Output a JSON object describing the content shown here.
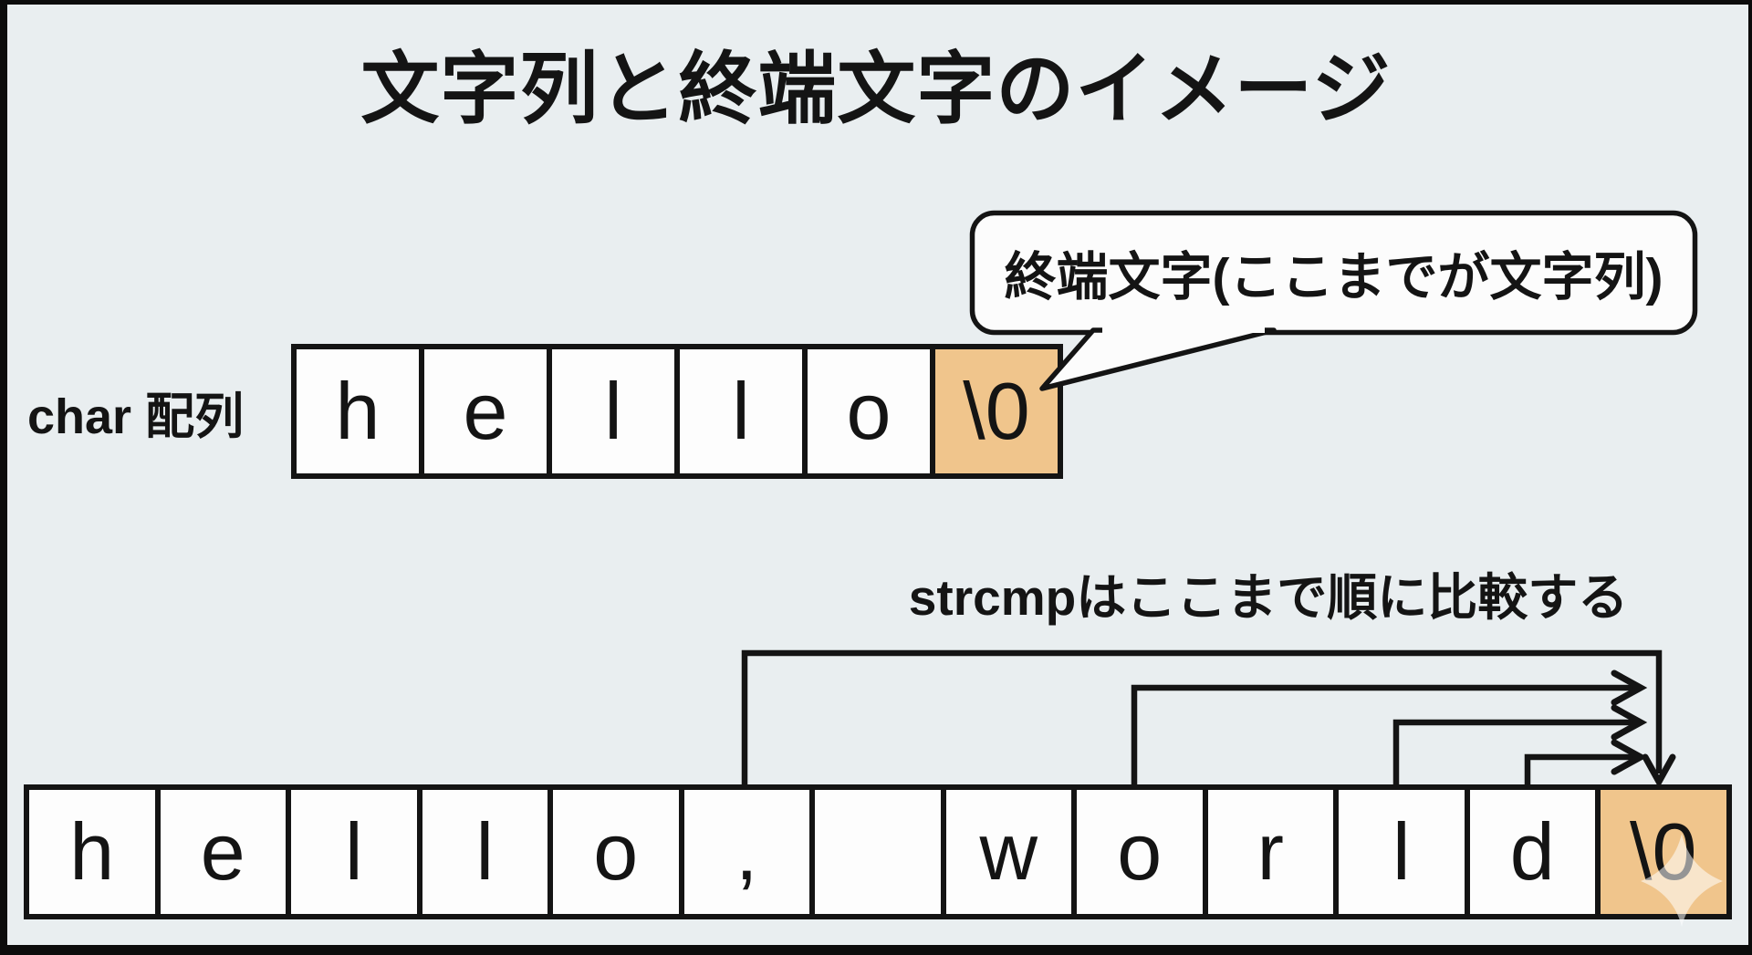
{
  "title": "文字列と終端文字のイメージ",
  "callout": {
    "text": "終端文字(ここまでが文字列)"
  },
  "char_array_label": "char 配列",
  "strcmp_label": "strcmpはここまで順に比較する",
  "top_array": {
    "cells": [
      "h",
      "e",
      "l",
      "l",
      "o",
      "\\0"
    ],
    "terminator_index": 5
  },
  "bottom_array": {
    "cells": [
      "h",
      "e",
      "l",
      "l",
      "o",
      ",",
      " ",
      "w",
      "o",
      "r",
      "l",
      "d",
      "\\0"
    ],
    "terminator_index": 12
  },
  "colors": {
    "background": "#e9eef0",
    "cell_fill": "#fdfdfd",
    "terminator_fill": "#f0c58c",
    "line": "#141414",
    "bubble_fill": "#fcfcfc",
    "frame": "#0c0c0c"
  }
}
